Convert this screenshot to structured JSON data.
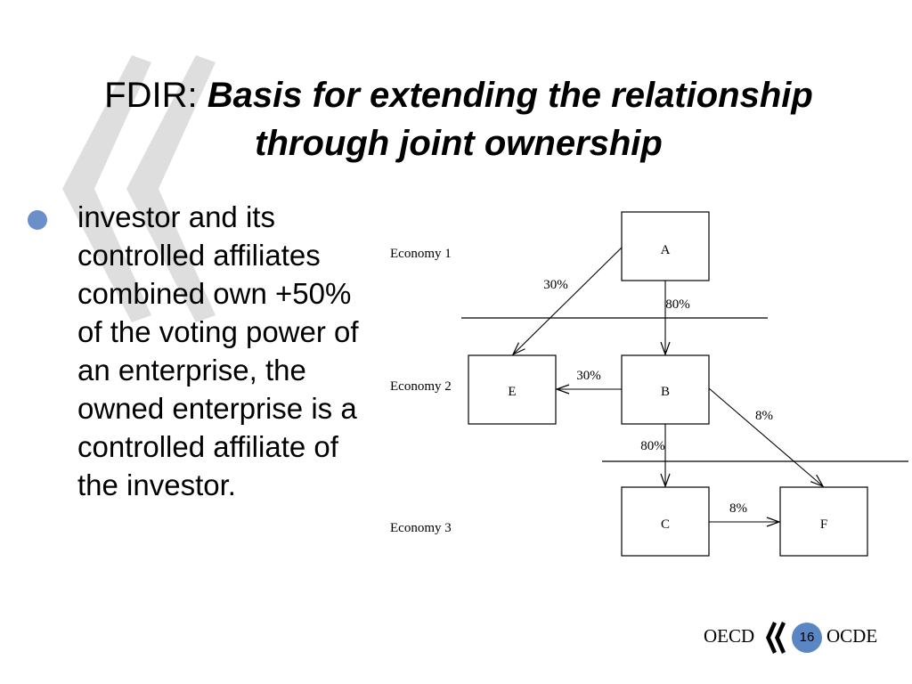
{
  "slide": {
    "title_prefix": "FDIR:",
    "title_emphasis": "Basis for extending the relationship through joint ownership",
    "bullet": "investor and its controlled affiliates combined own +50% of the voting power of an enterprise, the owned enterprise is a controlled affiliate of the investor."
  },
  "diagram": {
    "economies": [
      "Economy 1",
      "Economy 2",
      "Economy 3"
    ],
    "nodes": [
      "A",
      "B",
      "C",
      "E",
      "F"
    ],
    "edges": [
      {
        "from": "A",
        "to": "E",
        "label": "30%"
      },
      {
        "from": "A",
        "to": "B",
        "label": "80%"
      },
      {
        "from": "B",
        "to": "E",
        "label": "30%"
      },
      {
        "from": "B",
        "to": "F",
        "label": "8%"
      },
      {
        "from": "B",
        "to": "C",
        "label": "80%"
      },
      {
        "from": "C",
        "to": "F",
        "label": "8%"
      }
    ]
  },
  "footer": {
    "left_text": "OECD",
    "right_text": "OCDE",
    "page_number": "16"
  },
  "colors": {
    "accent": "#5b86c4",
    "bullet": "#6b8fc8",
    "quote_mark": "#dedede"
  }
}
